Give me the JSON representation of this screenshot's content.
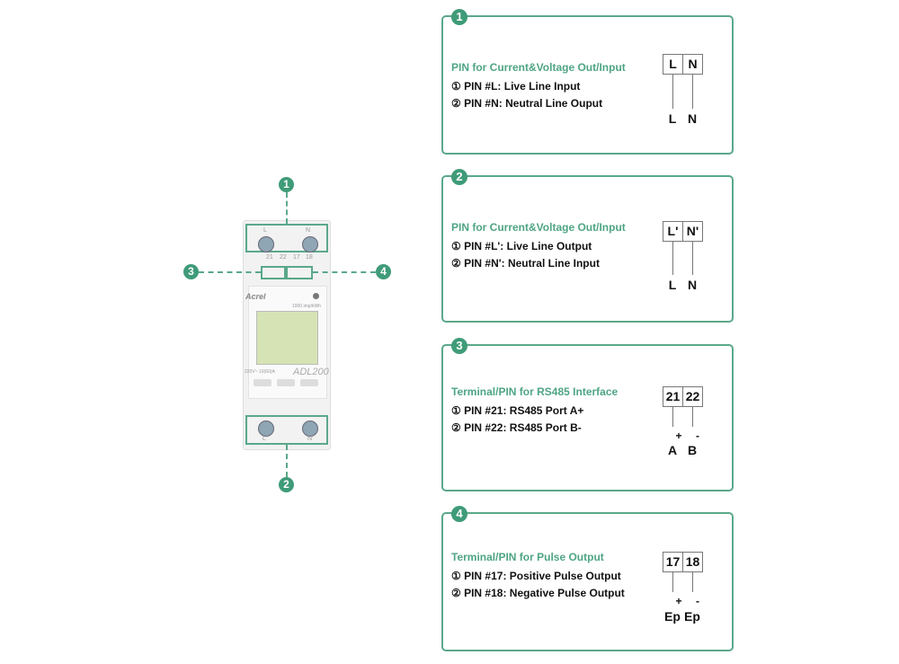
{
  "device": {
    "brand": "Acrel",
    "model": "ADL200",
    "rating": "220V~ 10(60)A",
    "pulse": "1000 imp/kWh",
    "top_terminals": [
      "L",
      "N"
    ],
    "bottom_terminals": [
      "L'",
      "N'"
    ],
    "pin_numbers": [
      "21",
      "22",
      "17",
      "18"
    ],
    "markers": [
      "1",
      "2",
      "3",
      "4"
    ]
  },
  "panels": [
    {
      "badge": "1",
      "title": "PIN for Current&Voltage Out/Input",
      "lines": [
        "① PIN #L: Live Line Input",
        "② PIN #N: Neutral Line Ouput"
      ],
      "terminals": [
        "L",
        "N"
      ],
      "signs": [
        "",
        ""
      ],
      "labels": [
        "L",
        "N"
      ]
    },
    {
      "badge": "2",
      "title": "PIN for Current&Voltage Out/Input",
      "lines": [
        "① PIN #L': Live Line Output",
        "② PIN #N': Neutral Line Input"
      ],
      "terminals": [
        "L'",
        "N'"
      ],
      "signs": [
        "",
        ""
      ],
      "labels": [
        "L",
        "N"
      ]
    },
    {
      "badge": "3",
      "title": "Terminal/PIN for RS485 Interface",
      "lines": [
        "① PIN #21: RS485 Port A+",
        "② PIN #22: RS485 Port B-"
      ],
      "terminals": [
        "21",
        "22"
      ],
      "signs": [
        "+",
        "-"
      ],
      "labels": [
        "A",
        "B"
      ]
    },
    {
      "badge": "4",
      "title": "Terminal/PIN for Pulse Output",
      "lines": [
        "① PIN #17: Positive Pulse Output",
        "② PIN #18: Negative Pulse Output"
      ],
      "terminals": [
        "17",
        "18"
      ],
      "signs": [
        "+",
        "-"
      ],
      "labels": [
        "Ep",
        "Ep"
      ]
    }
  ],
  "colors": {
    "accent": "#3f9b78",
    "title": "#4ea584"
  }
}
